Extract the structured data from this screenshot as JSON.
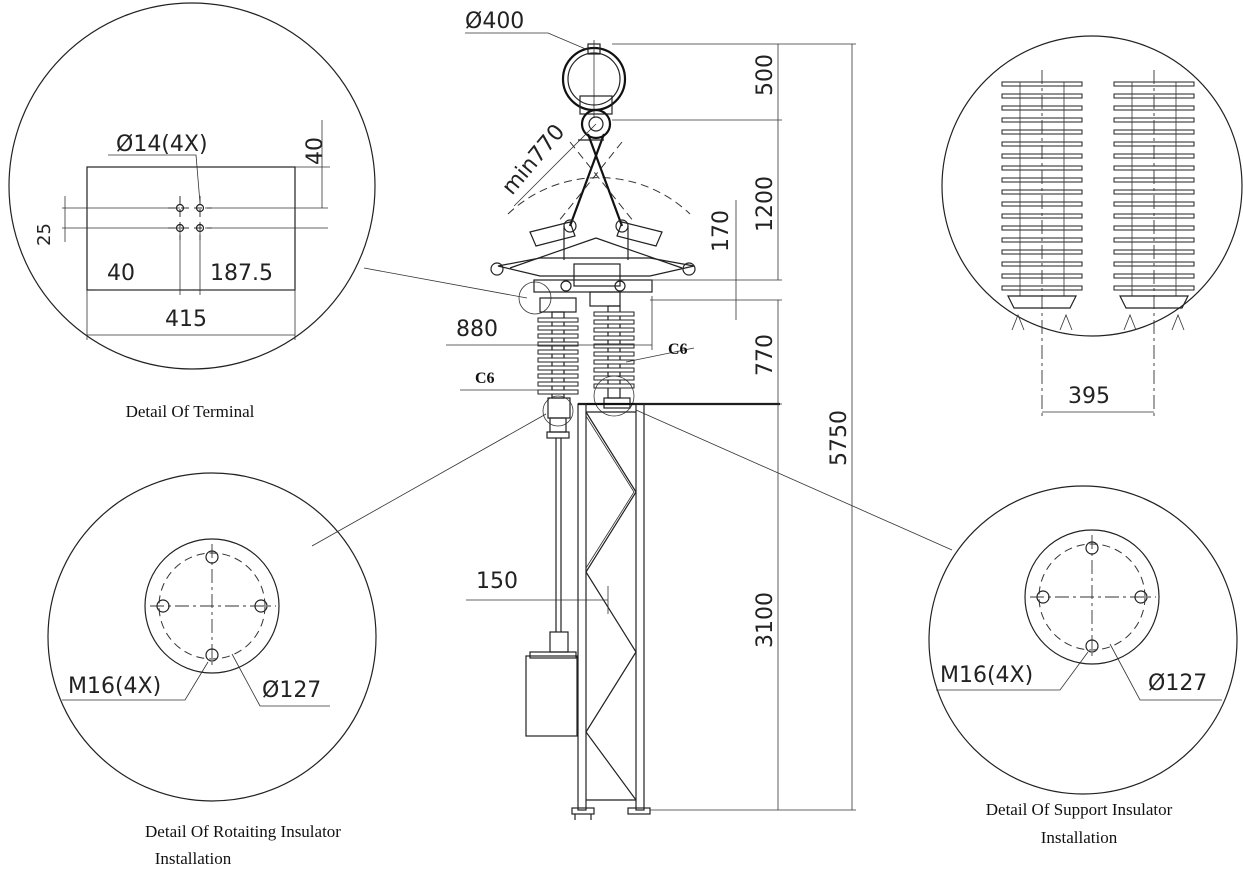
{
  "terminal_detail": {
    "caption": "Detail Of Terminal",
    "hole_label": "Ø14(4X)",
    "dim_top": "40",
    "dim_side": "25",
    "dim_left": "40",
    "dim_right": "187.5",
    "dim_width": "415"
  },
  "insulator_detail": {
    "dim_spacing": "395"
  },
  "main_view": {
    "ring_diameter": "Ø400",
    "swing_radius": "min770",
    "dim_880": "880",
    "dim_150": "150",
    "insulator_label_left": "C6",
    "insulator_label_right": "C6",
    "dim_500": "500",
    "dim_1200": "1200",
    "dim_170": "170",
    "dim_770": "770",
    "dim_3100": "3100",
    "dim_5750": "5750"
  },
  "rotating_detail": {
    "caption_line1": "Detail Of Rotaiting Insulator",
    "caption_line2": "Installation",
    "bolt_label": "M16(4X)",
    "pcd_label": "Ø127"
  },
  "support_detail": {
    "caption_line1": "Detail Of Support Insulator",
    "caption_line2": "Installation",
    "bolt_label": "M16(4X)",
    "pcd_label": "Ø127"
  }
}
